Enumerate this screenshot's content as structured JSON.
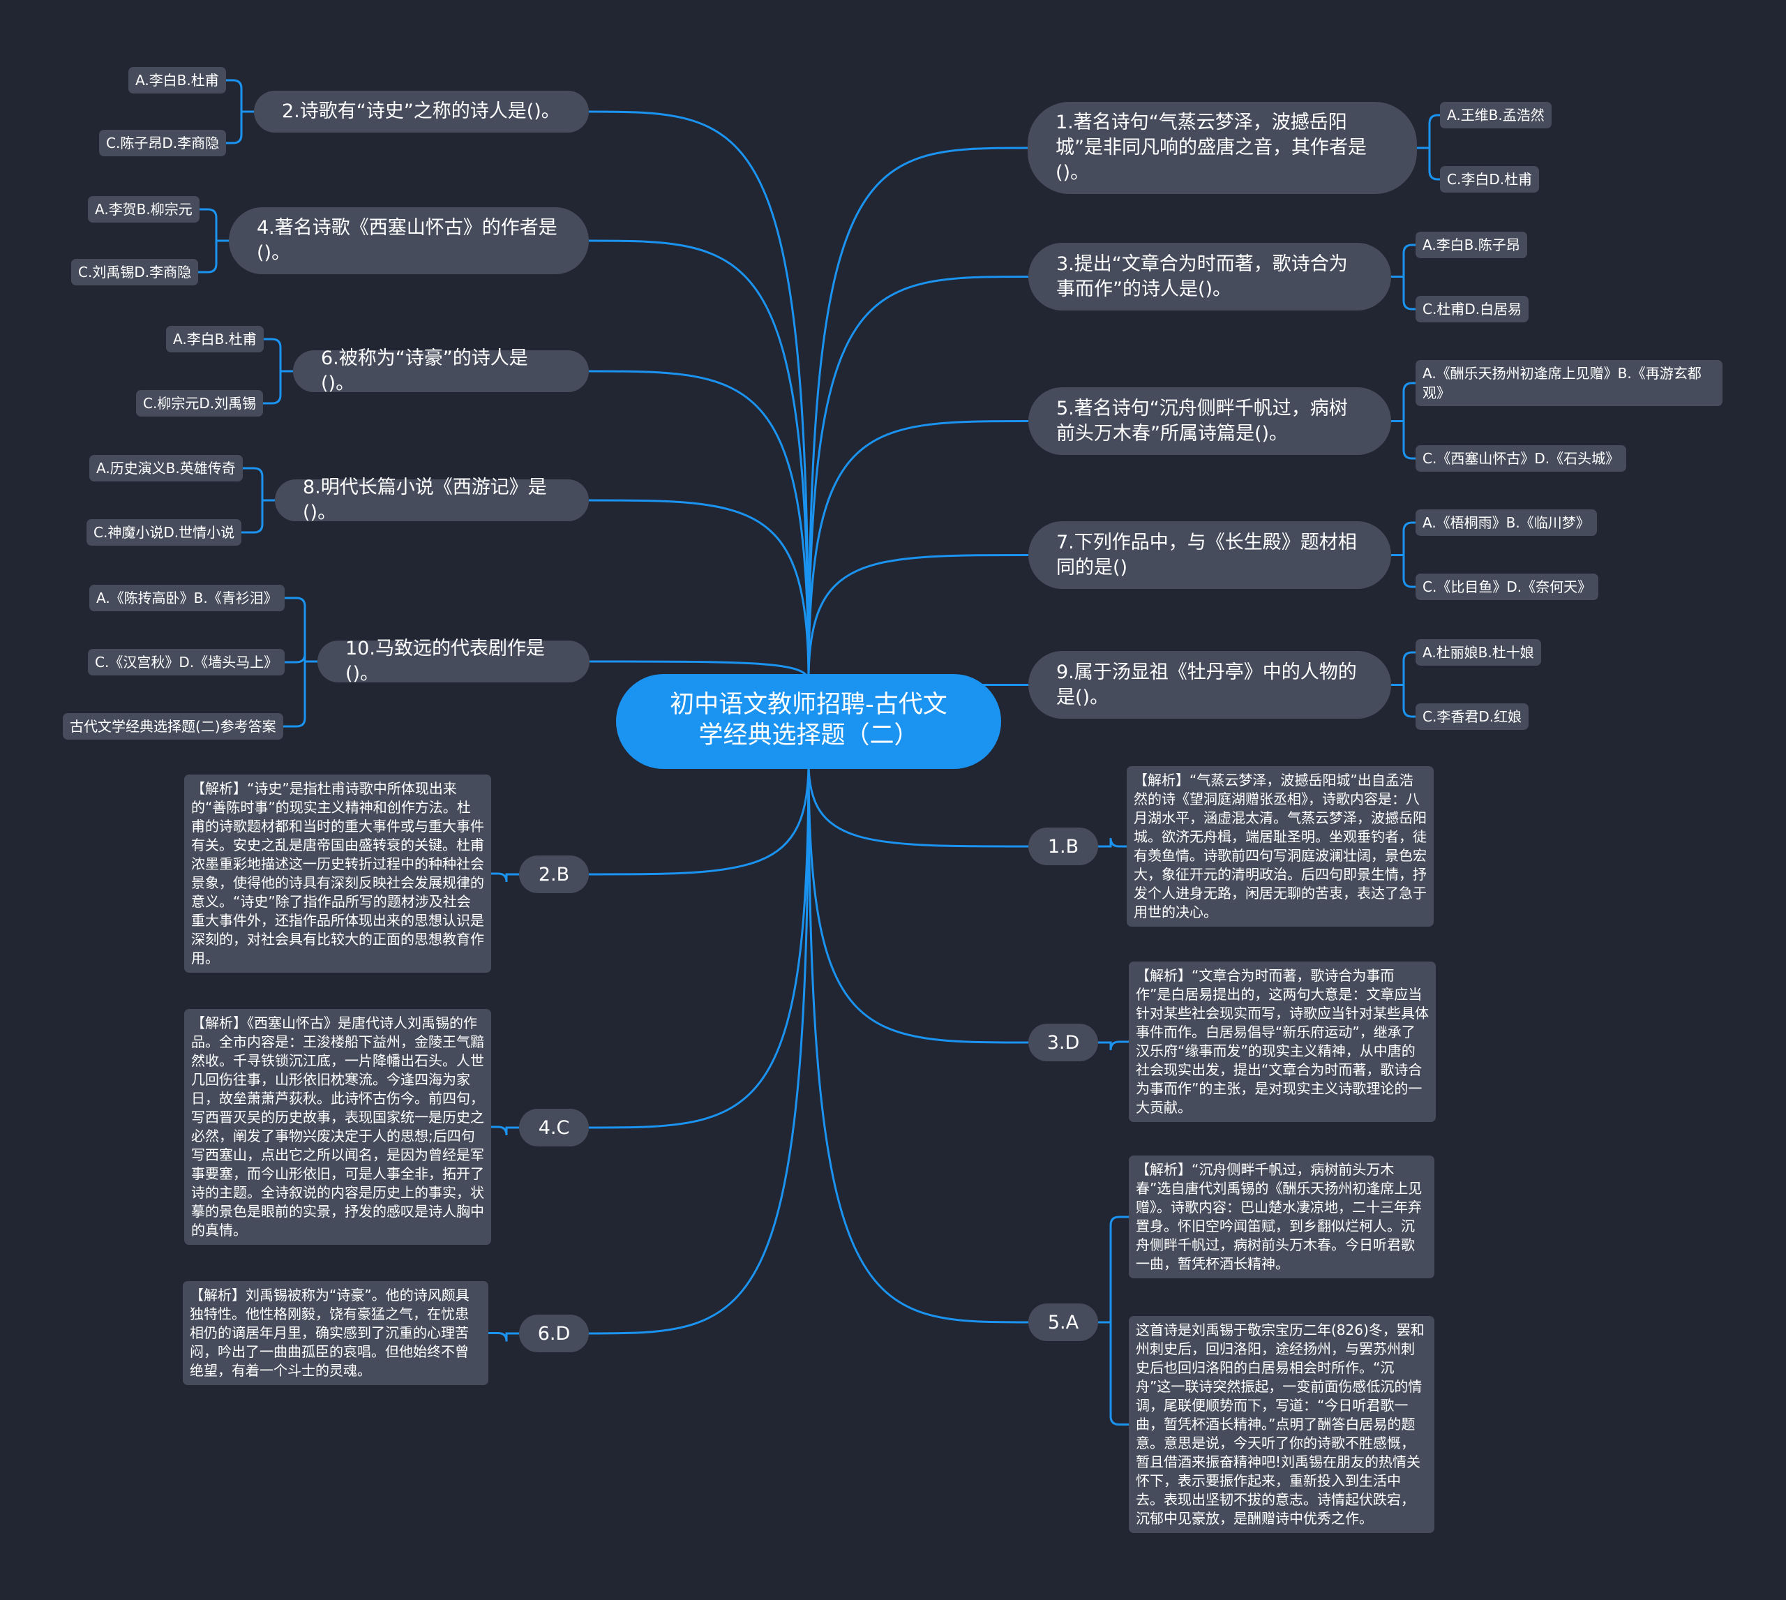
{
  "root": {
    "title": "初中语文教师招聘-古代文学经典选择题（二）"
  },
  "colors": {
    "background": "#222633",
    "node": "#464c5c",
    "root": "#1b93f0",
    "link": "#1b93f0"
  },
  "questions": {
    "q1": {
      "text": "1.著名诗句“气蒸云梦泽，波撼岳阳城”是非同凡响的盛唐之音，其作者是()。",
      "options": [
        "A.王维B.孟浩然",
        "C.李白D.杜甫"
      ]
    },
    "q2": {
      "text": "2.诗歌有“诗史”之称的诗人是()。",
      "options": [
        "A.李白B.杜甫",
        "C.陈子昂D.李商隐"
      ]
    },
    "q3": {
      "text": "3.提出“文章合为时而著，歌诗合为事而作”的诗人是()。",
      "options": [
        "A.李白B.陈子昂",
        "C.杜甫D.白居易"
      ]
    },
    "q4": {
      "text": "4.著名诗歌《西塞山怀古》的作者是()。",
      "options": [
        "A.李贺B.柳宗元",
        "C.刘禹锡D.李商隐"
      ]
    },
    "q5": {
      "text": "5.著名诗句“沉舟侧畔千帆过，病树前头万木春”所属诗篇是()。",
      "options": [
        "A.《酬乐天扬州初逢席上见赠》B.《再游玄都观》",
        "C.《西塞山怀古》D.《石头城》"
      ]
    },
    "q6": {
      "text": "6.被称为“诗豪”的诗人是()。",
      "options": [
        "A.李白B.杜甫",
        "C.柳宗元D.刘禹锡"
      ]
    },
    "q7": {
      "text": "7.下列作品中，与《长生殿》题材相同的是()",
      "options": [
        "A.《梧桐雨》B.《临川梦》",
        "C.《比目鱼》D.《奈何天》"
      ]
    },
    "q8": {
      "text": "8.明代长篇小说《西游记》是()。",
      "options": [
        "A.历史演义B.英雄传奇",
        "C.神魔小说D.世情小说"
      ]
    },
    "q9": {
      "text": "9.属于汤显祖《牡丹亭》中的人物的是()。",
      "options": [
        "A.杜丽娘B.杜十娘",
        "C.李香君D.红娘"
      ]
    },
    "q10": {
      "text": "10.马致远的代表剧作是()。",
      "options": [
        "A.《陈抟高卧》B.《青衫泪》",
        "C.《汉宫秋》D.《墙头马上》",
        "古代文学经典选择题(二)参考答案"
      ]
    }
  },
  "answers": {
    "a1": {
      "label": "1.B",
      "explanations": [
        "【解析】“气蒸云梦泽，波撼岳阳城”出自孟浩然的诗《望洞庭湖赠张丞相》，诗歌内容是：八月湖水平，涵虚混太清。气蒸云梦泽，波撼岳阳城。欲济无舟楫，端居耻圣明。坐观垂钓者，徒有羡鱼情。诗歌前四句写洞庭波澜壮阔，景色宏大，象征开元的清明政治。后四句即景生情，抒发个人进身无路，闲居无聊的苦衷，表达了急于用世的决心。"
      ]
    },
    "a2": {
      "label": "2.B",
      "explanations": [
        "【解析】“诗史”是指杜甫诗歌中所体现出来的“善陈时事”的现实主义精神和创作方法。杜甫的诗歌题材都和当时的重大事件或与重大事件有关。安史之乱是唐帝国由盛转衰的关键。杜甫浓墨重彩地描述这一历史转折过程中的种种社会景象，使得他的诗具有深刻反映社会发展规律的意义。“诗史”除了指作品所写的题材涉及社会重大事件外，还指作品所体现出来的思想认识是深刻的，对社会具有比较大的正面的思想教育作用。"
      ]
    },
    "a3": {
      "label": "3.D",
      "explanations": [
        "【解析】“文章合为时而著，歌诗合为事而作”是白居易提出的，这两句大意是：文章应当针对某些社会现实而写，诗歌应当针对某些具体事件而作。白居易倡导“新乐府运动”，继承了汉乐府“缘事而发”的现实主义精神，从中唐的社会现实出发，提出“文章合为时而著，歌诗合为事而作”的主张，是对现实主义诗歌理论的一大贡献。"
      ]
    },
    "a4": {
      "label": "4.C",
      "explanations": [
        "【解析】《西塞山怀古》是唐代诗人刘禹锡的作品。全市内容是：王浚楼船下益州，金陵王气黯然收。千寻铁锁沉江底，一片降幡出石头。人世几回伤往事，山形依旧枕寒流。今逢四海为家日，故垒萧萧芦荻秋。此诗怀古伤今。前四句，写西晋灭吴的历史故事，表现国家统一是历史之必然，阐发了事物兴废决定于人的思想;后四句写西塞山，点出它之所以闻名，是因为曾经是军事要塞，而今山形依旧，可是人事全非，拓开了诗的主题。全诗叙说的内容是历史上的事实，状摹的景色是眼前的实景，抒发的感叹是诗人胸中的真情。"
      ]
    },
    "a5": {
      "label": "5.A",
      "explanations": [
        "【解析】“沉舟侧畔千帆过，病树前头万木春”选自唐代刘禹锡的《酬乐天扬州初逢席上见赠》。诗歌内容：巴山楚水凄凉地，二十三年弃置身。怀旧空吟闻笛赋，到乡翻似烂柯人。沉舟侧畔千帆过，病树前头万木春。今日听君歌一曲，暂凭杯酒长精神。",
        "这首诗是刘禹锡于敬宗宝历二年(826)冬，罢和州刺史后，回归洛阳，途经扬州，与罢苏州刺史后也回归洛阳的白居易相会时所作。“沉舟”这一联诗突然振起，一变前面伤感低沉的情调，尾联便顺势而下，写道：“今日听君歌一曲，暂凭杯酒长精神。”点明了酬答白居易的题意。意思是说，今天听了你的诗歌不胜感慨，暂且借酒来振奋精神吧!刘禹锡在朋友的热情关怀下，表示要振作起来，重新投入到生活中去。表现出坚韧不拔的意志。诗情起伏跌宕，沉郁中见豪放，是酬赠诗中优秀之作。"
      ]
    },
    "a6": {
      "label": "6.D",
      "explanations": [
        "【解析】刘禹锡被称为“诗豪”。他的诗风颇具独特性。他性格刚毅，饶有豪猛之气，在忧患相仍的谪居年月里，确实感到了沉重的心理苦闷，吟出了一曲曲孤臣的哀唱。但他始终不曾绝望，有着一个斗士的灵魂。"
      ]
    }
  }
}
